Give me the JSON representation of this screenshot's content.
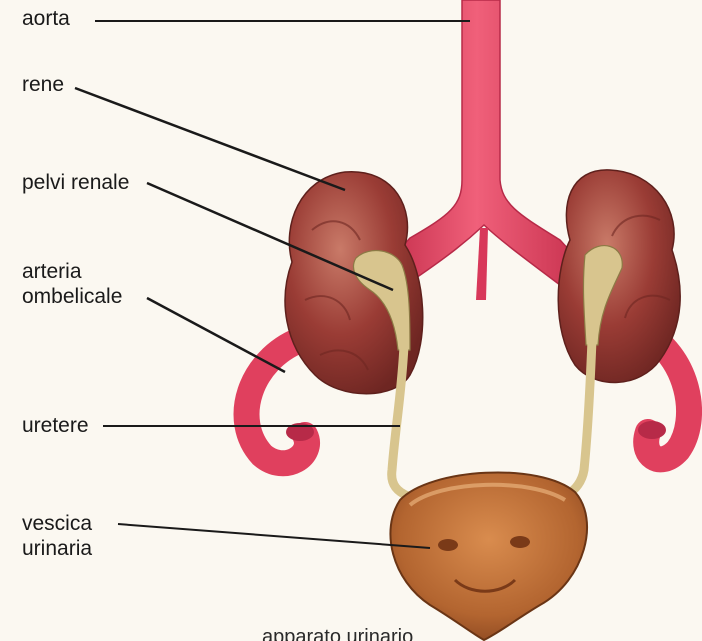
{
  "labels": {
    "aorta": "aorta",
    "rene": "rene",
    "pelvi_renale": "pelvi renale",
    "arteria_line1": "arteria",
    "arteria_line2": "ombelicale",
    "uretere": "uretere",
    "vescica_line1": "vescica",
    "vescica_line2": "urinaria"
  },
  "footer_text": "apparato urinario",
  "colors": {
    "background": "#fbf8f1",
    "artery": "#e0405e",
    "artery_dark": "#b72a48",
    "kidney": "#9a3c35",
    "kidney_light": "#c46a5c",
    "pelvis": "#d8c58e",
    "bladder": "#c77a3e",
    "bladder_inner": "#a9572a",
    "leader_line": "#1a1a1a"
  }
}
